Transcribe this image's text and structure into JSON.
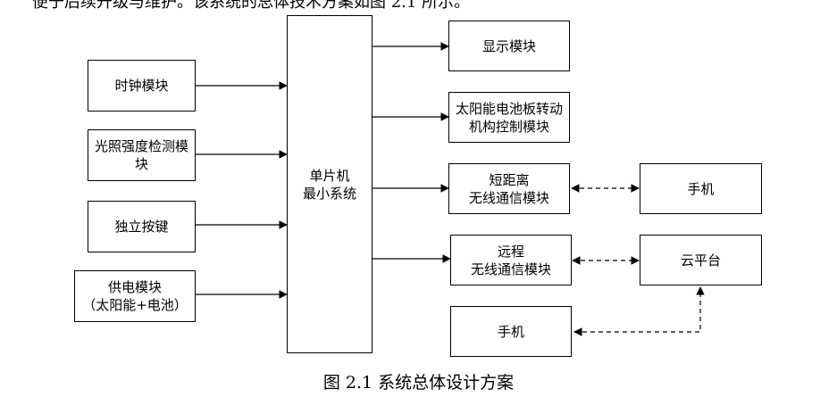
{
  "page_text": {
    "top_line": "便于后续升级与维护。该系统的总体技术方案如图 2.1 所示。"
  },
  "left_modules": {
    "clock": [
      "时钟模块"
    ],
    "light": [
      "光照强度检测模",
      "块"
    ],
    "keys": [
      "独立按键"
    ],
    "power": [
      "供电模块",
      "（太阳能+电池）"
    ]
  },
  "mcu": [
    "单片机",
    "最小系统"
  ],
  "right_modules": {
    "display": [
      "显示模块"
    ],
    "solar": [
      "太阳能电池板转动",
      "机构控制模块"
    ],
    "short_range": [
      "短距离",
      "无线通信模块"
    ],
    "remote": [
      "远程",
      "无线通信模块"
    ],
    "phone_bottom": [
      "手机"
    ]
  },
  "far_right": {
    "phone": [
      "手机"
    ],
    "cloud": [
      "云平台"
    ]
  },
  "caption": "图 2.1  系统总体设计方案"
}
